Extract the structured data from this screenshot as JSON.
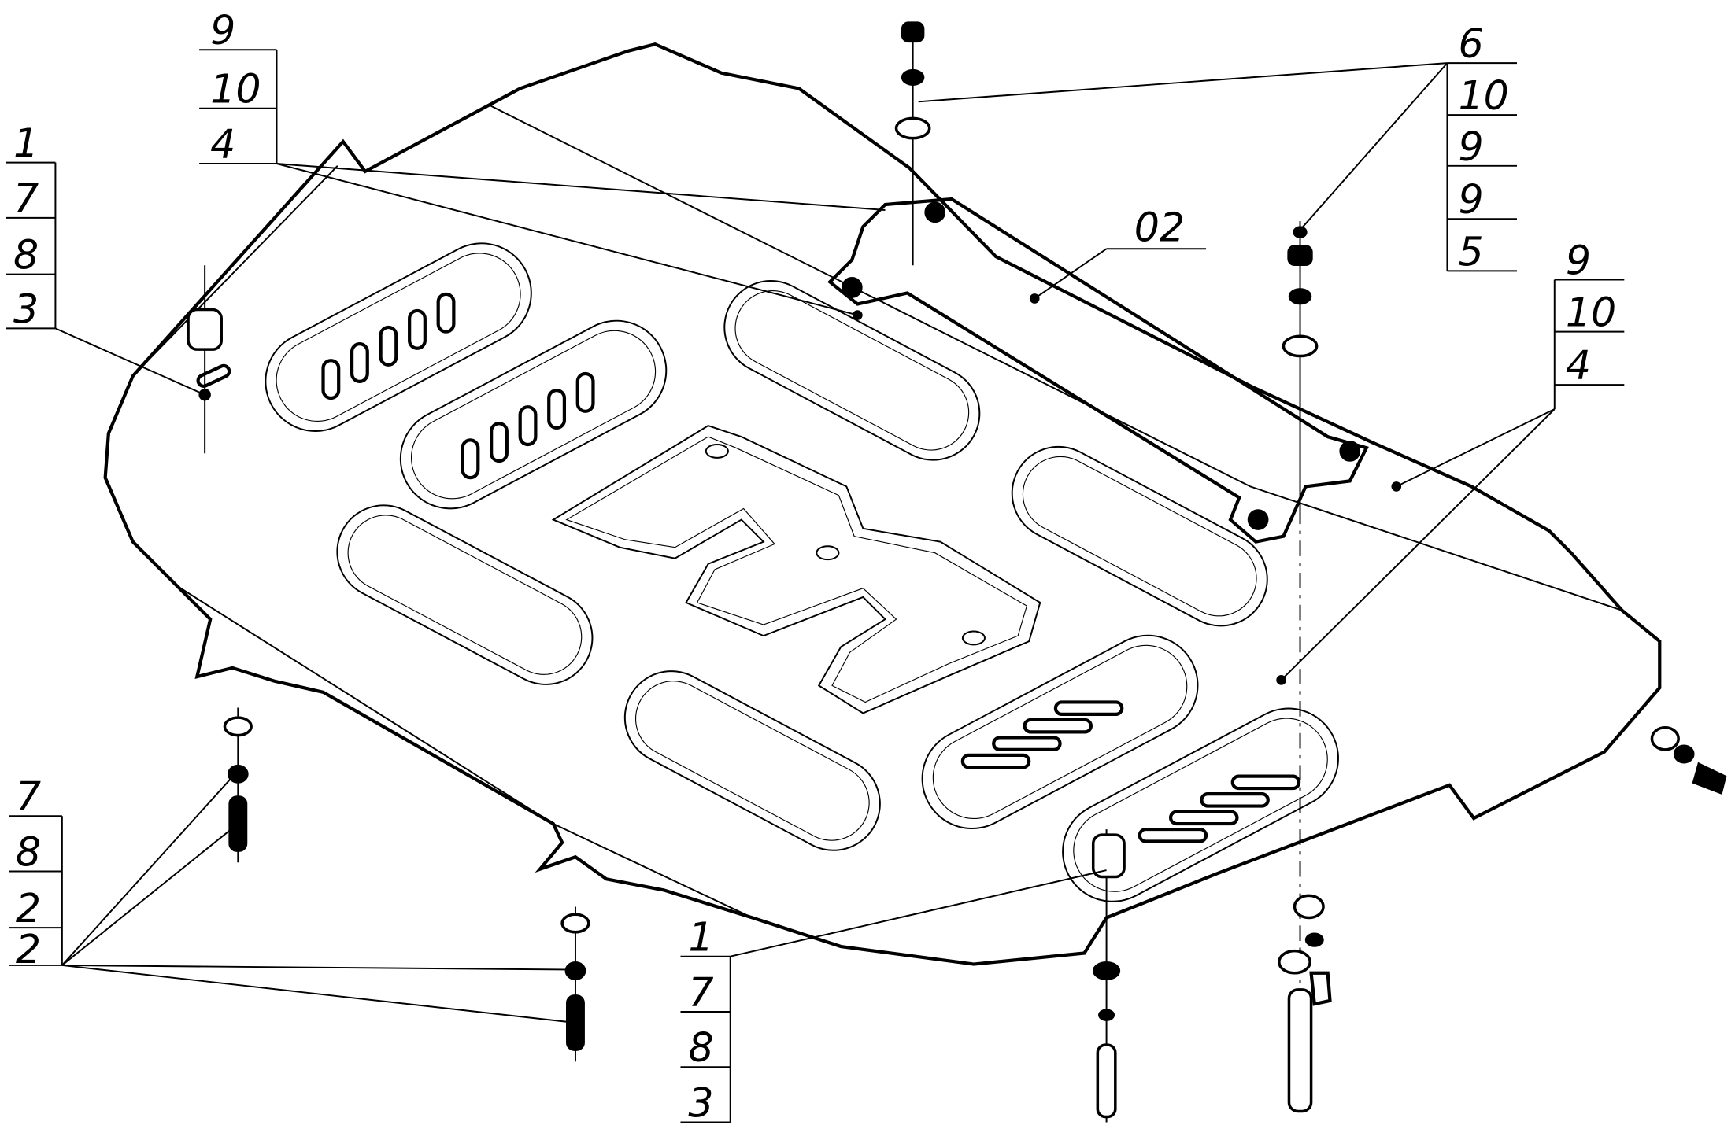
{
  "drawing": {
    "title": "Skid plate assembly exploded view",
    "part_callouts": {
      "top_left": [
        "9",
        "10",
        "4"
      ],
      "left": [
        "1",
        "7",
        "8",
        "3"
      ],
      "top_right": [
        "6",
        "10",
        "9",
        "9",
        "5"
      ],
      "right": [
        "9",
        "10",
        "4"
      ],
      "bracket": "02",
      "bottom_left": [
        "7",
        "8",
        "2",
        "2"
      ],
      "bottom_center": [
        "1",
        "7",
        "8",
        "3"
      ]
    }
  }
}
